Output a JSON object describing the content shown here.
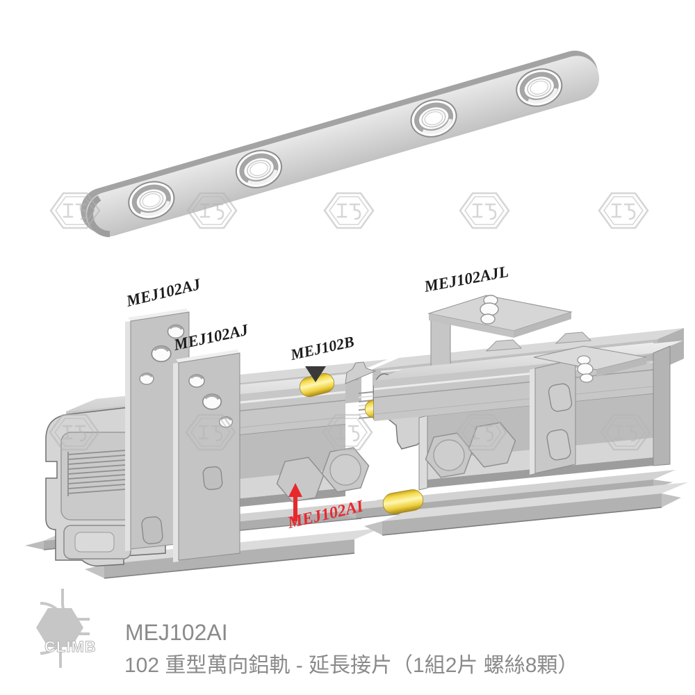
{
  "product": {
    "code": "MEJ102AI",
    "title": "MEJ102AI",
    "subtitle": "102 重型萬向鋁軌 - 延長接片（1組2片 螺絲8顆）"
  },
  "logo": {
    "text": "CLIMB"
  },
  "watermark": {
    "char": "巧",
    "rows": 2,
    "per_row": 5
  },
  "callouts": {
    "bracket_back_label": "MEJ102AJ",
    "bracket_front_label": "MEJ102AJ",
    "l_bracket_label": "MEJ102AJL",
    "screw_label": "MEJ102B",
    "extension_label": "MEJ102AI"
  },
  "illustration": {
    "top_part": "extension plate with 4 threaded holes",
    "bottom_part": "two heavy-duty aluminium rails joined by extension plate and yellow screws",
    "screw_count_visible": 3
  },
  "colors": {
    "accent_red": "#e8282c",
    "screw_yellow": "#f2d53e",
    "metal_light": "#dedede",
    "metal_mid": "#c6c6c6",
    "metal_dark": "#9d9d9d",
    "label_black": "#1b1b1b",
    "footer_text": "#8a8a8a",
    "watermark_gray": "#b5b5b5"
  }
}
